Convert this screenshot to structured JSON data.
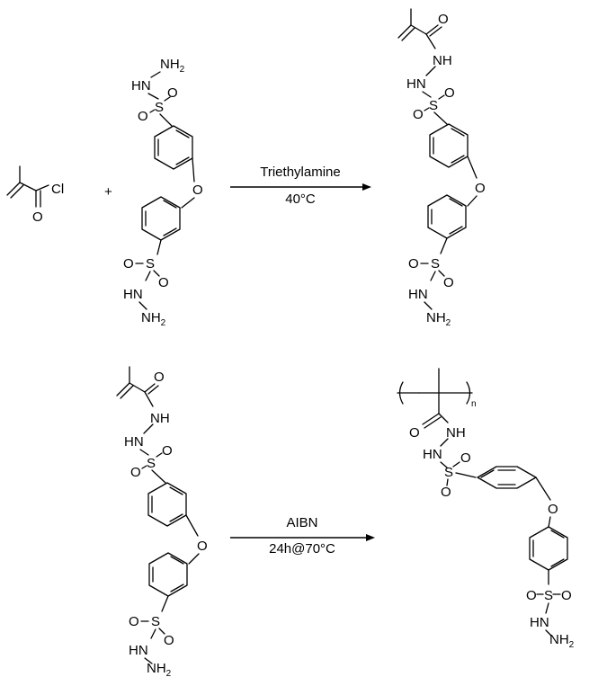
{
  "reaction1": {
    "plus": "+",
    "reagent_conditions": [
      "Triethylamine",
      "40°C"
    ]
  },
  "reaction2": {
    "reagent_conditions": [
      "AIBN",
      "24h@70°C"
    ]
  },
  "atoms": {
    "cl": "Cl",
    "o": "O",
    "s": "S",
    "nh": "NH",
    "hn": "HN",
    "nh2_main": "NH",
    "nh2_sub": "2",
    "n_sub": "n"
  }
}
